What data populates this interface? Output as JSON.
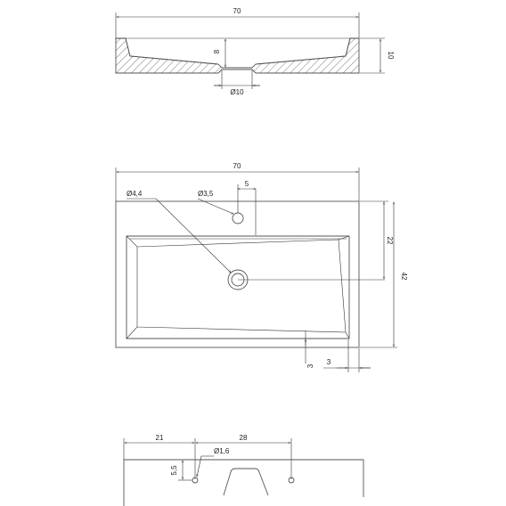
{
  "side_view": {
    "width_label": "70",
    "height_label": "10",
    "depth_label": "8",
    "drain_label": "Ø10"
  },
  "top_view": {
    "width_label": "70",
    "overflow_dia_label": "Ø4,4",
    "tap_dia_label": "Ø3,5",
    "tap_offset_label": "5",
    "drain_offset_label": "22",
    "depth_label": "42",
    "rim_front_label": "3",
    "rim_side_label": "3"
  },
  "front_view": {
    "left_label": "21",
    "spacing_label": "28",
    "hole_dia_label": "Ø1,6",
    "height_label": "5,5"
  }
}
